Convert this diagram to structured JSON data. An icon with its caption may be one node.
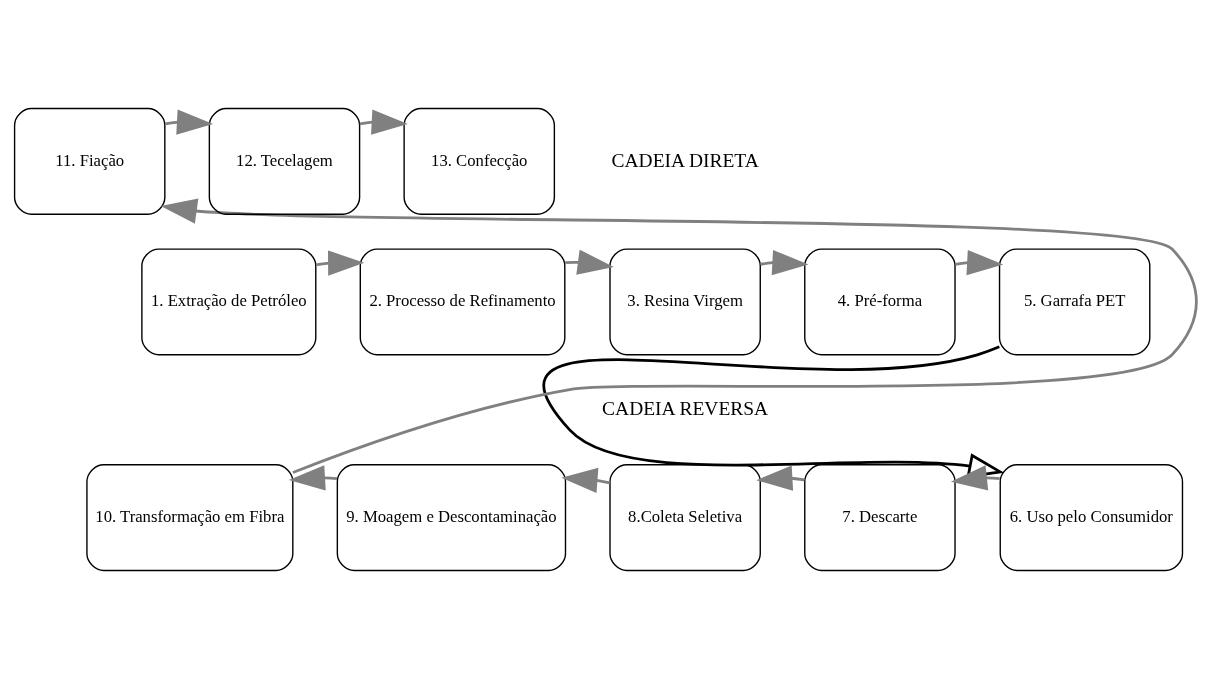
{
  "diagram": {
    "nodes": [
      {
        "text": [
          "1. Extração de Petróleo"
        ]
      },
      {
        "text": [
          "2. Processo de Refinamento"
        ]
      },
      {
        "text": [
          "3. Resina Virgem"
        ]
      },
      {
        "text": [
          "4. Pré-forma"
        ]
      },
      {
        "text": [
          "5. Garrafa PET"
        ]
      },
      {
        "text": [
          "6. Uso pelo Consumidor"
        ]
      },
      {
        "text": [
          "7. Descarte"
        ]
      },
      {
        "text": [
          "8.Coleta Seletiva"
        ]
      },
      {
        "text": [
          "9. Moagem e Descontaminação"
        ]
      },
      {
        "text": [
          "10. Transformação em Fibra"
        ]
      },
      {
        "text": [
          "11. Fiação"
        ]
      },
      {
        "text": [
          "12. Tecelagem"
        ]
      },
      {
        "text": [
          "13. Confecção"
        ]
      }
    ],
    "edges": [
      {
        "from": 0,
        "to": 1,
        "arrow": "to"
      },
      {
        "from": 1,
        "to": 2,
        "arrow": "to"
      },
      {
        "from": 2,
        "to": 3,
        "arrow": "to"
      },
      {
        "from": 3,
        "to": 4,
        "arrow": "to"
      },
      {
        "from": 4,
        "to": 5,
        "arrow": "to",
        "color": "#000000"
      },
      {
        "from": 5,
        "to": 6,
        "arrow": "to"
      },
      {
        "from": 6,
        "to": 7,
        "arrow": "to"
      },
      {
        "from": 7,
        "to": 8,
        "arrow": "to"
      },
      {
        "from": 8,
        "to": 9,
        "arrow": "to"
      },
      {
        "from": 9,
        "to": 10,
        "arrow": "to"
      },
      {
        "from": 10,
        "to": 11,
        "arrow": "to"
      },
      {
        "from": 11,
        "to": 12,
        "arrow": "to"
      }
    ],
    "labels": [
      "CADEIA DIRETA",
      "CADEIA REVERSA"
    ]
  }
}
